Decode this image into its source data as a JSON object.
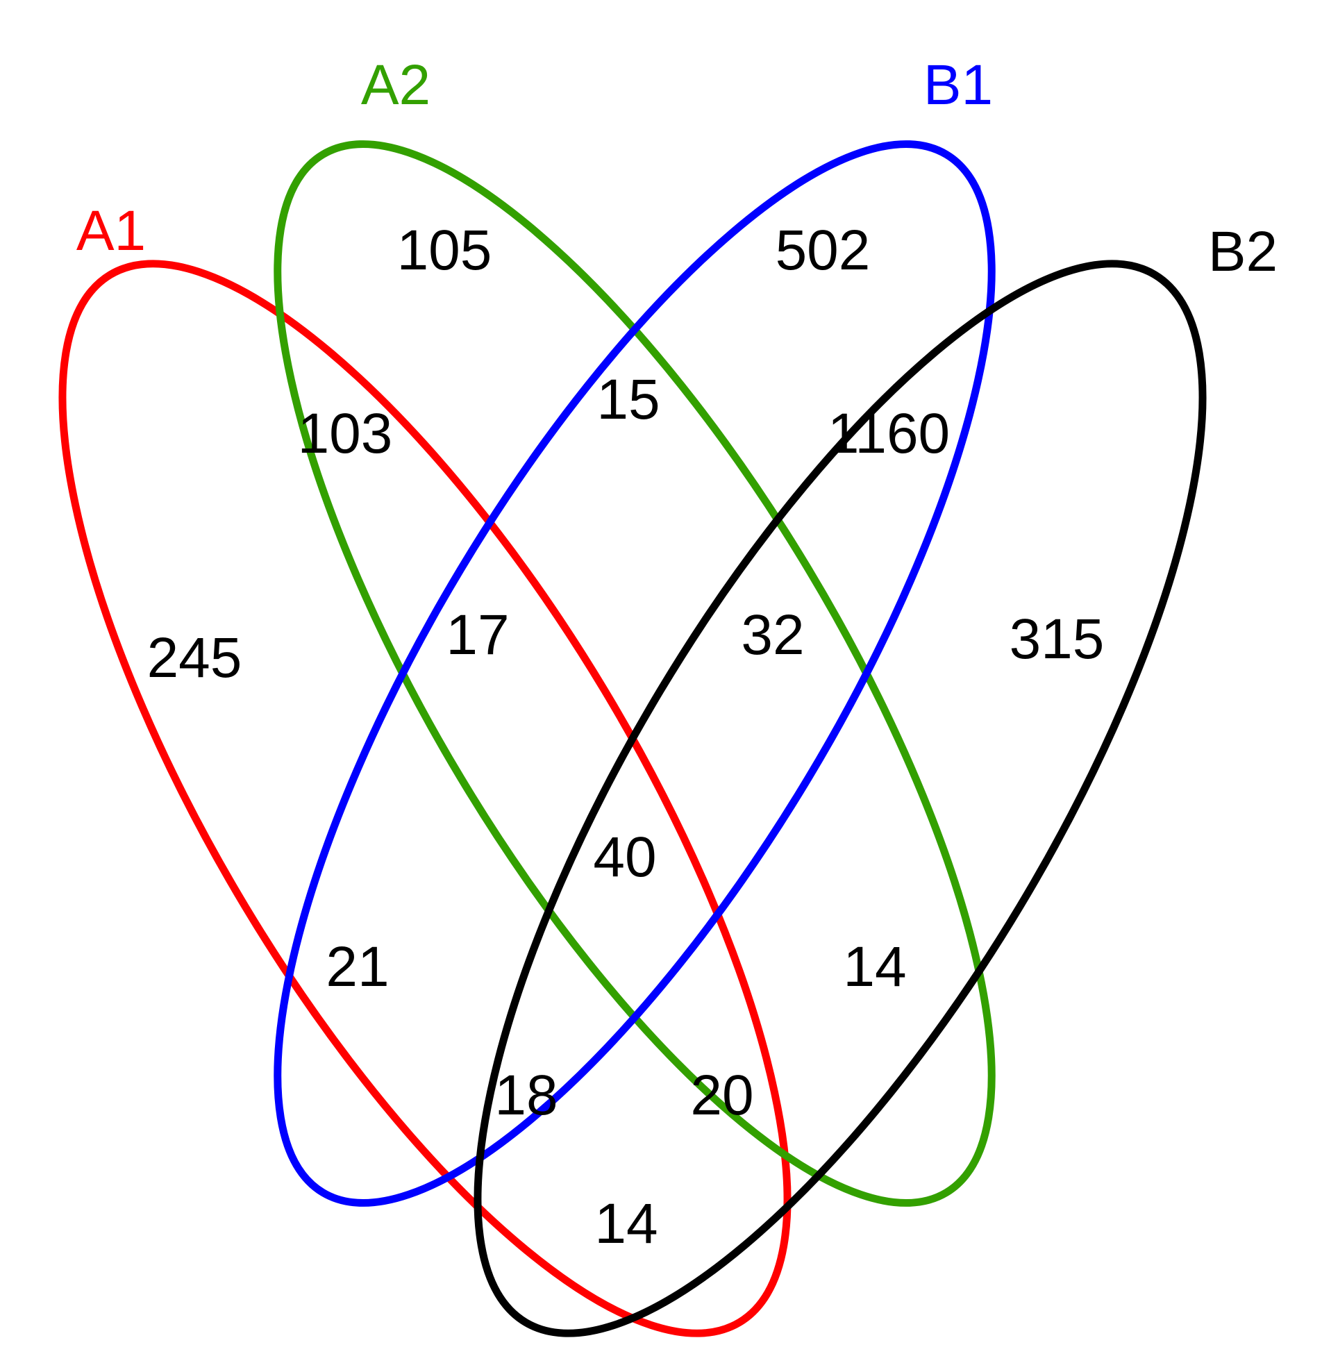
{
  "sets": [
    {
      "name": "A1",
      "color": "#ff0000"
    },
    {
      "name": "A2",
      "color": "#33a000"
    },
    {
      "name": "B1",
      "color": "#0000ff"
    },
    {
      "name": "B2",
      "color": "#000000"
    }
  ],
  "regions": [
    {
      "sets": [
        "A1"
      ],
      "count": "245"
    },
    {
      "sets": [
        "A2"
      ],
      "count": "105"
    },
    {
      "sets": [
        "B1"
      ],
      "count": "502"
    },
    {
      "sets": [
        "B2"
      ],
      "count": "315"
    },
    {
      "sets": [
        "A1",
        "A2"
      ],
      "count": "103"
    },
    {
      "sets": [
        "A2",
        "B1"
      ],
      "count": "15"
    },
    {
      "sets": [
        "B1",
        "B2"
      ],
      "count": "1160"
    },
    {
      "sets": [
        "A1",
        "A2",
        "B1"
      ],
      "count": "17"
    },
    {
      "sets": [
        "A2",
        "B1",
        "B2"
      ],
      "count": "32"
    },
    {
      "sets": [
        "A1",
        "A2",
        "B1",
        "B2"
      ],
      "count": "40"
    },
    {
      "sets": [
        "A1",
        "B1"
      ],
      "count": "21"
    },
    {
      "sets": [
        "A2",
        "B2"
      ],
      "count": "14"
    },
    {
      "sets": [
        "A1",
        "B1",
        "B2"
      ],
      "count": "18"
    },
    {
      "sets": [
        "A1",
        "A2",
        "B2"
      ],
      "count": "20"
    },
    {
      "sets": [
        "A1",
        "B2"
      ],
      "count": "14"
    }
  ]
}
